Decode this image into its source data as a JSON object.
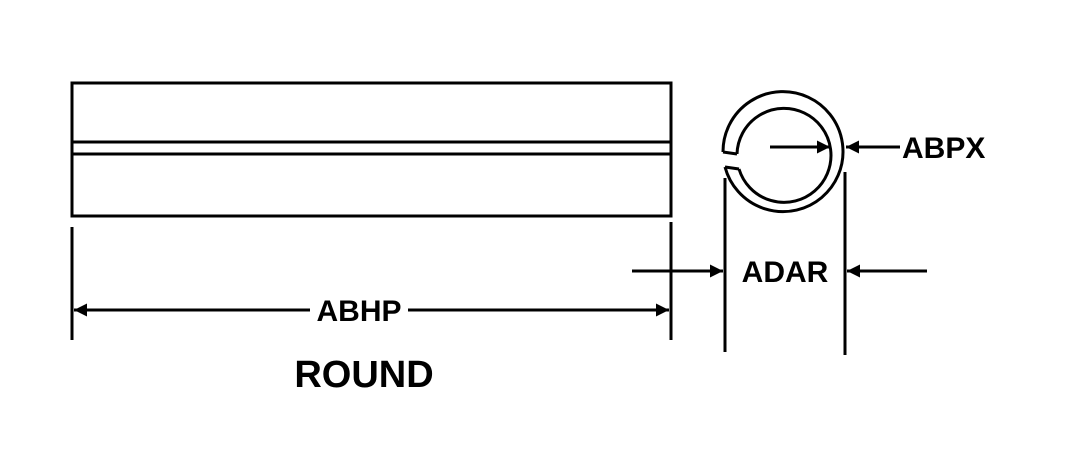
{
  "diagram": {
    "caption": "ROUND",
    "labels": {
      "length": "ABHP",
      "outer_diameter": "ADAR",
      "wall_thickness": "ABPX"
    },
    "colors": {
      "line": "#000000",
      "background": "#ffffff"
    }
  }
}
